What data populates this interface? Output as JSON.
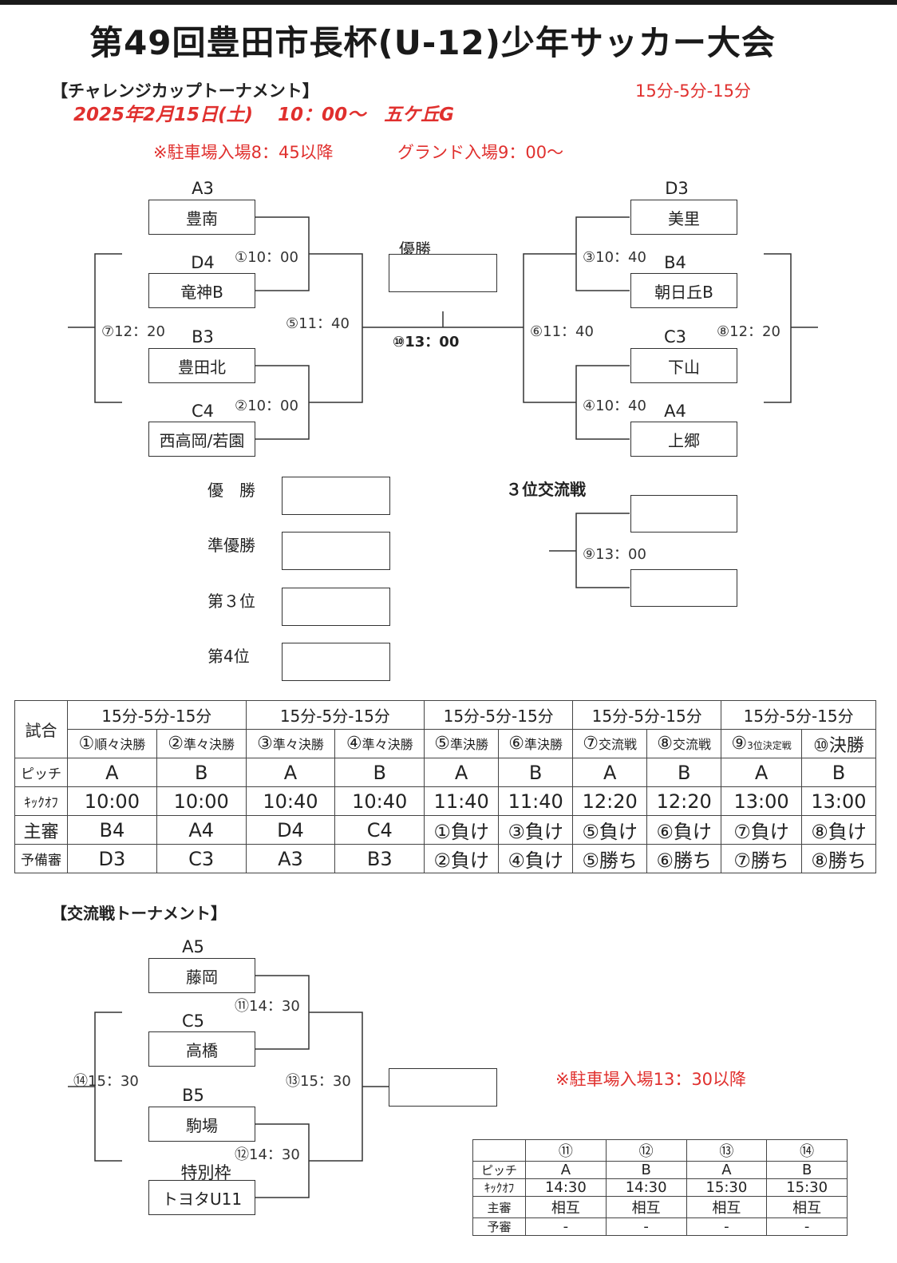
{
  "header": {
    "title": "第49回豊田市長杯(U-12)少年サッカー大会",
    "challenge_heading": "【チャレンジカップトーナメント】",
    "date_line": "2025年2月15日(土)　 10：00〜　五ケ丘G",
    "format": "15分-5分-15分",
    "parking_note": "※駐車場入場8：45以降",
    "ground_note": "グランド入場9：00〜"
  },
  "bracket": {
    "left": [
      {
        "seed": "A3",
        "team": "豊南"
      },
      {
        "seed": "D4",
        "team": "竜神B"
      },
      {
        "seed": "B3",
        "team": "豊田北"
      },
      {
        "seed": "C4",
        "team": "西高岡/若園"
      }
    ],
    "right": [
      {
        "seed": "D3",
        "team": "美里"
      },
      {
        "seed": "B4",
        "team": "朝日丘B"
      },
      {
        "seed": "C3",
        "team": "下山"
      },
      {
        "seed": "A4",
        "team": "上郷"
      }
    ],
    "times": {
      "m1": "①10：00",
      "m2": "②10：00",
      "m3": "③10：40",
      "m4": "④10：40",
      "m5": "⑤11：40",
      "m6": "⑥11：40",
      "m7": "⑦12：20",
      "m8": "⑧12：20",
      "m9": "⑨13：00",
      "m10": "⑩13：00"
    },
    "champion_label": "優勝",
    "third_place_label": "３位交流戦"
  },
  "results": [
    {
      "label": "優　勝"
    },
    {
      "label": "準優勝"
    },
    {
      "label": "第３位"
    },
    {
      "label": "第4位"
    }
  ],
  "schedule": {
    "game_label": "試合",
    "durations": [
      "15分-5分-15分",
      "15分-5分-15分",
      "15分-5分-15分",
      "15分-5分-15分",
      "15分-5分-15分"
    ],
    "match_nums": [
      "①",
      "②",
      "③",
      "④",
      "⑤",
      "⑥",
      "⑦",
      "⑧",
      "⑨",
      "⑩"
    ],
    "match_names": [
      "順々決勝",
      "準々決勝",
      "準々決勝",
      "準々決勝",
      "準決勝",
      "準決勝",
      "交流戦",
      "交流戦",
      "3位決定戦",
      "決勝"
    ],
    "rows": [
      {
        "head": "ピッチ",
        "cells": [
          "A",
          "B",
          "A",
          "B",
          "A",
          "B",
          "A",
          "B",
          "A",
          "B"
        ]
      },
      {
        "head": "ｷｯｸｵﾌ",
        "cells": [
          "10:00",
          "10:00",
          "10:40",
          "10:40",
          "11:40",
          "11:40",
          "12:20",
          "12:20",
          "13:00",
          "13:00"
        ]
      },
      {
        "head": "主審",
        "cells": [
          "B4",
          "A4",
          "D4",
          "C4",
          "①負け",
          "③負け",
          "⑤負け",
          "⑥負け",
          "⑦負け",
          "⑧負け"
        ]
      },
      {
        "head": "予備審",
        "cells": [
          "D3",
          "C3",
          "A3",
          "B3",
          "②負け",
          "④負け",
          "⑤勝ち",
          "⑥勝ち",
          "⑦勝ち",
          "⑧勝ち"
        ]
      }
    ]
  },
  "exchange": {
    "heading": "【交流戦トーナメント】",
    "teams": [
      {
        "seed": "A5",
        "team": "藤岡"
      },
      {
        "seed": "C5",
        "team": "高橋"
      },
      {
        "seed": "B5",
        "team": "駒場"
      },
      {
        "seed": "特別枠",
        "team": "トヨタU11"
      }
    ],
    "times": {
      "m11": "⑪14：30",
      "m12": "⑫14：30",
      "m13": "⑬15：30",
      "m14": "⑭15：30"
    },
    "parking_note": "※駐車場入場13：30以降",
    "schedule": {
      "match_nums": [
        "⑪",
        "⑫",
        "⑬",
        "⑭"
      ],
      "rows": [
        {
          "head": "ピッチ",
          "cells": [
            "A",
            "B",
            "A",
            "B"
          ]
        },
        {
          "head": "ｷｯｸｵﾌ",
          "cells": [
            "14:30",
            "14:30",
            "15:30",
            "15:30"
          ]
        },
        {
          "head": "主審",
          "cells": [
            "相互",
            "相互",
            "相互",
            "相互"
          ]
        },
        {
          "head": "予審",
          "cells": [
            "-",
            "-",
            "-",
            "-"
          ]
        }
      ]
    }
  },
  "colors": {
    "accent_red": "#e0302e",
    "line": "#333333"
  }
}
